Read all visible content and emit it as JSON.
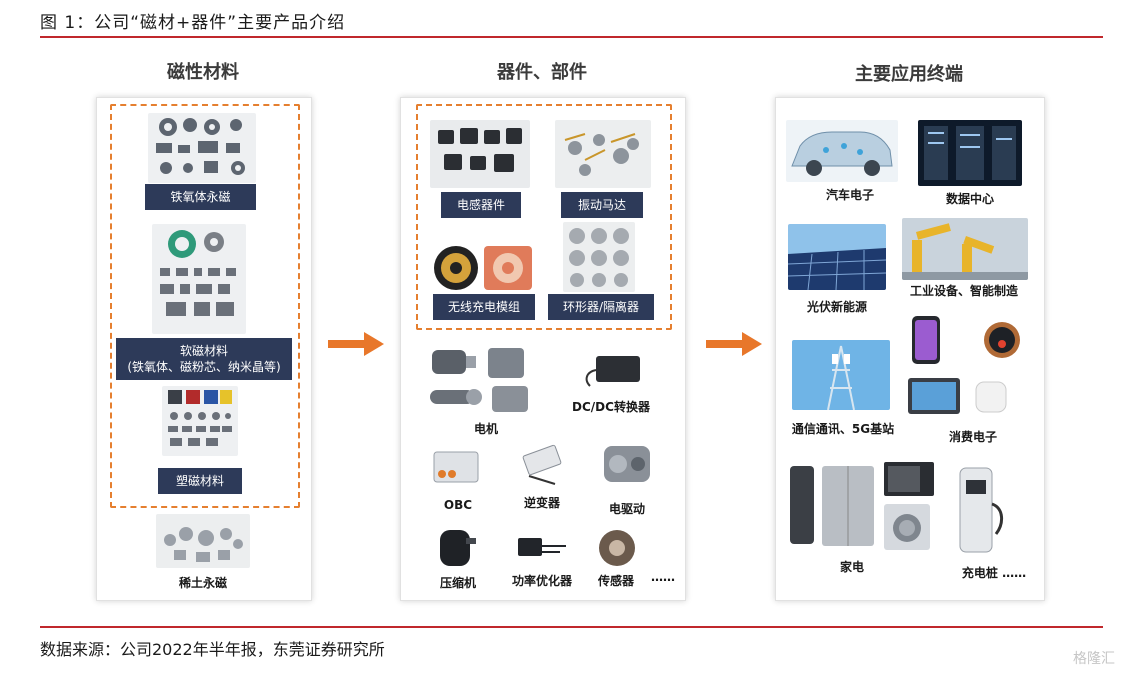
{
  "figure_title": "图 1：公司“磁材+器件”主要产品介绍",
  "source_note": "数据来源：公司2022年半年报，东莞证券研究所",
  "watermark": "格隆汇",
  "colors": {
    "accent_red": "#c0282c",
    "dash_orange": "#e57f2f",
    "label_navy": "#2d3a59",
    "arrow_orange": "#e8772a"
  },
  "columns": {
    "materials": {
      "title": "磁性材料",
      "items": [
        "铁氧体永磁",
        "软磁材料\n(铁氧体、磁粉芯、纳米晶等)",
        "塑磁材料",
        "稀土永磁"
      ]
    },
    "devices": {
      "title": "器件、部件",
      "framed_items": [
        "电感器件",
        "振动马达",
        "无线充电模组",
        "环形器/隔离器"
      ],
      "items": [
        "电机",
        "DC/DC转换器",
        "OBC",
        "逆变器",
        "电驱动",
        "压缩机",
        "功率优化器",
        "传感器",
        "……"
      ]
    },
    "terminals": {
      "title": "主要应用终端",
      "items": [
        "汽车电子",
        "数据中心",
        "光伏新能源",
        "工业设备、智能制造",
        "通信通讯、5G基站",
        "消费电子",
        "家电",
        "充电桩 ……"
      ]
    }
  }
}
